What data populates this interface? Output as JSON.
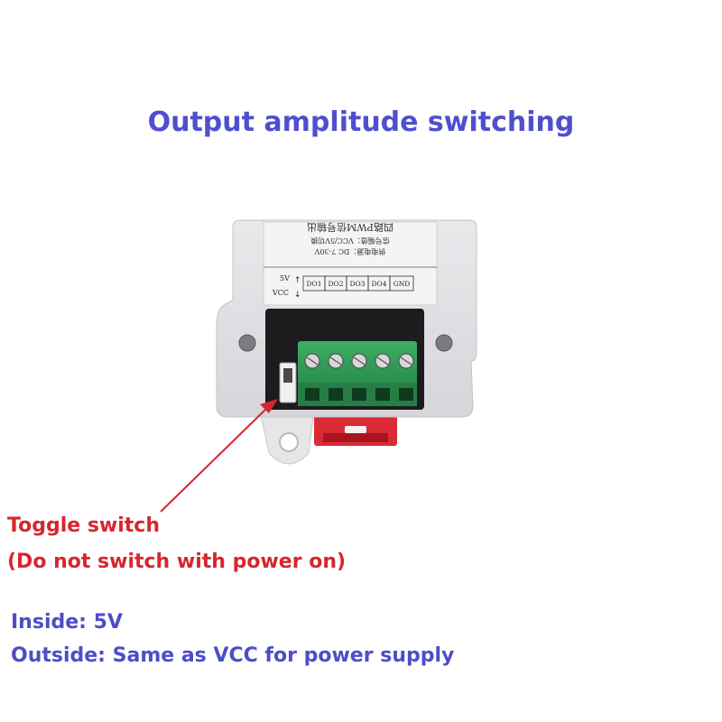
{
  "title": "Output amplitude switching",
  "device": {
    "label_line_1": "供电电源：DC 7-30V",
    "label_line_2": "信号幅值：VCC/5V切换",
    "label_line_3": "四路PWM信号输出",
    "sel_top": "5V",
    "sel_bottom": "VCC",
    "terminals": [
      "DO1",
      "DO2",
      "DO3",
      "DO4",
      "GND"
    ]
  },
  "callout": {
    "line_1": "Toggle switch",
    "line_2": "(Do not switch with power on)"
  },
  "notes": {
    "inside": "Inside: 5V",
    "outside": "Outside: Same as VCC for power supply"
  },
  "colors": {
    "title": "#4f4fce",
    "callout": "#d7262e",
    "notes": "#4d4dc8",
    "terminal_block": "#2f9a55",
    "din_clip": "#d92a36",
    "enclosure": "#e4e4e6"
  }
}
